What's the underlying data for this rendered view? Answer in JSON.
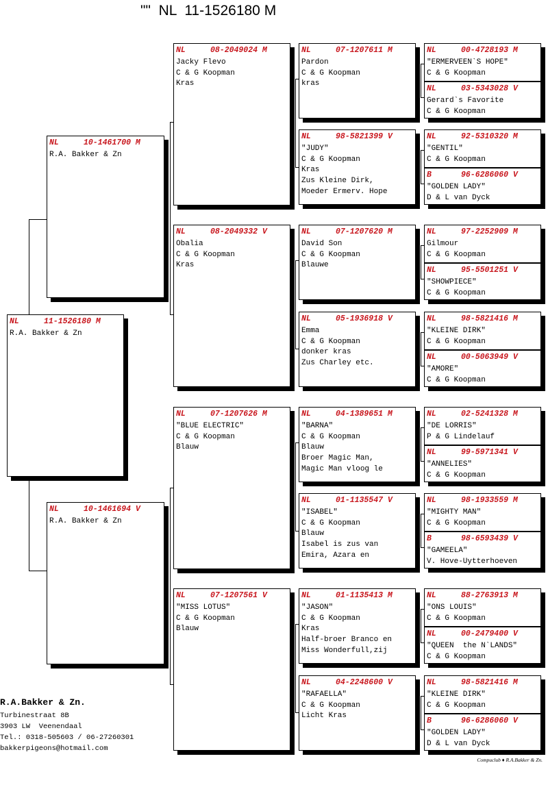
{
  "title": "\"\"  NL  11-1526180 M",
  "subject": {
    "country": "NL",
    "ring": "11-1526180 M",
    "lines": [
      "R.A. Bakker & Zn"
    ]
  },
  "gen2": [
    {
      "country": "NL",
      "ring": "10-1461700 M",
      "lines": [
        "R.A. Bakker & Zn"
      ]
    },
    {
      "country": "NL",
      "ring": "10-1461694 V",
      "lines": [
        "R.A. Bakker & Zn"
      ]
    }
  ],
  "gen3": [
    {
      "country": "NL",
      "ring": "08-2049024 M",
      "lines": [
        "Jacky Flevo",
        "C & G Koopman",
        "Kras"
      ]
    },
    {
      "country": "NL",
      "ring": "08-2049332 V",
      "lines": [
        "Obalia",
        "C & G Koopman",
        "Kras"
      ]
    },
    {
      "country": "NL",
      "ring": "07-1207626 M",
      "lines": [
        "\"BLUE ELECTRIC\"",
        "C & G Koopman",
        "Blauw"
      ]
    },
    {
      "country": "NL",
      "ring": "07-1207561 V",
      "lines": [
        "\"MISS LOTUS\"",
        "C & G Koopman",
        "Blauw"
      ]
    }
  ],
  "gen4": [
    {
      "country": "NL",
      "ring": "07-1207611 M",
      "lines": [
        "Pardon",
        "C & G Koopman",
        "kras"
      ]
    },
    {
      "country": "NL",
      "ring": "98-5821399 V",
      "lines": [
        "\"JUDY\"",
        "C & G Koopman",
        "Kras",
        "Zus Kleine Dirk,",
        "Moeder Ermerv. Hope"
      ]
    },
    {
      "country": "NL",
      "ring": "07-1207620 M",
      "lines": [
        "David Son",
        "C & G Koopman",
        "Blauwe"
      ]
    },
    {
      "country": "NL",
      "ring": "05-1936918 V",
      "lines": [
        "Emma",
        "C & G Koopman",
        "donker kras",
        "Zus Charley etc."
      ]
    },
    {
      "country": "NL",
      "ring": "04-1389651 M",
      "lines": [
        "\"BARNA\"",
        "C & G Koopman",
        "Blauw",
        "Broer Magic Man,",
        "Magic Man vloog le"
      ]
    },
    {
      "country": "NL",
      "ring": "01-1135547 V",
      "lines": [
        "\"ISABEL\"",
        "C & G Koopman",
        "Blauw",
        "Isabel is zus van",
        "Emira, Azara en"
      ]
    },
    {
      "country": "NL",
      "ring": "01-1135413 M",
      "lines": [
        "\"JASON\"",
        "C & G Koopman",
        "Kras",
        "Half-broer Branco en",
        "Miss Wonderfull,zij"
      ]
    },
    {
      "country": "NL",
      "ring": "04-2248600 V",
      "lines": [
        "\"RAFAELLA\"",
        "C & G Koopman",
        "Licht Kras"
      ]
    }
  ],
  "gen5": [
    {
      "country": "NL",
      "ring": "00-4728193 M",
      "lines": [
        "\"ERMERVEEN`S HOPE\"",
        "C & G Koopman"
      ]
    },
    {
      "country": "NL",
      "ring": "03-5343028 V",
      "lines": [
        "Gerard`s Favorite",
        "C & G Koopman"
      ]
    },
    {
      "country": "NL",
      "ring": "92-5310320 M",
      "lines": [
        "\"GENTIL\"",
        "C & G Koopman"
      ]
    },
    {
      "country": "B",
      "ring": "96-6286060 V",
      "lines": [
        "\"GOLDEN LADY\"",
        "D & L van Dyck"
      ]
    },
    {
      "country": "NL",
      "ring": "97-2252909 M",
      "lines": [
        "Gilmour",
        "C & G Koopman"
      ]
    },
    {
      "country": "NL",
      "ring": "95-5501251 V",
      "lines": [
        "\"SHOWPIECE\"",
        "C & G Koopman"
      ]
    },
    {
      "country": "NL",
      "ring": "98-5821416 M",
      "lines": [
        "\"KLEINE DIRK\"",
        "C & G Koopman"
      ]
    },
    {
      "country": "NL",
      "ring": "00-5063949 V",
      "lines": [
        "\"AMORE\"",
        "C & G Koopman"
      ]
    },
    {
      "country": "NL",
      "ring": "02-5241328 M",
      "lines": [
        "\"DE LORRIS\"",
        "P & G Lindelauf"
      ]
    },
    {
      "country": "NL",
      "ring": "99-5971341 V",
      "lines": [
        "\"ANNELIES\"",
        "C & G Koopman"
      ]
    },
    {
      "country": "NL",
      "ring": "98-1933559 M",
      "lines": [
        "\"MIGHTY MAN\"",
        "C & G Koopman"
      ]
    },
    {
      "country": "B",
      "ring": "98-6593439 V",
      "lines": [
        "\"GAMEELA\"",
        "V. Hove-Uytterhoeven"
      ]
    },
    {
      "country": "NL",
      "ring": "88-2763913 M",
      "lines": [
        "\"ONS LOUIS\"",
        "C & G Koopman"
      ]
    },
    {
      "country": "NL",
      "ring": "00-2479400 V",
      "lines": [
        "\"QUEEN  the N`LANDS\"",
        "C & G Koopman"
      ]
    },
    {
      "country": "NL",
      "ring": "98-5821416 M",
      "lines": [
        "\"KLEINE DIRK\"",
        "C & G Koopman"
      ]
    },
    {
      "country": "B",
      "ring": "96-6286060 V",
      "lines": [
        "\"GOLDEN LADY\"",
        "D & L van Dyck"
      ]
    }
  ],
  "footer": {
    "name": "R.A.Bakker & Zn.",
    "address": "Turbinestraat 8B",
    "city": "3903 LW  Veenendaal",
    "phone": "Tel.: 0318-505603 / 06-27260301",
    "email": "bakkerpigeons@hotmail.com"
  },
  "credit": "Compuclub ♦ R.A.Bakker & Zn.",
  "colors": {
    "ring": "#c8161d"
  }
}
